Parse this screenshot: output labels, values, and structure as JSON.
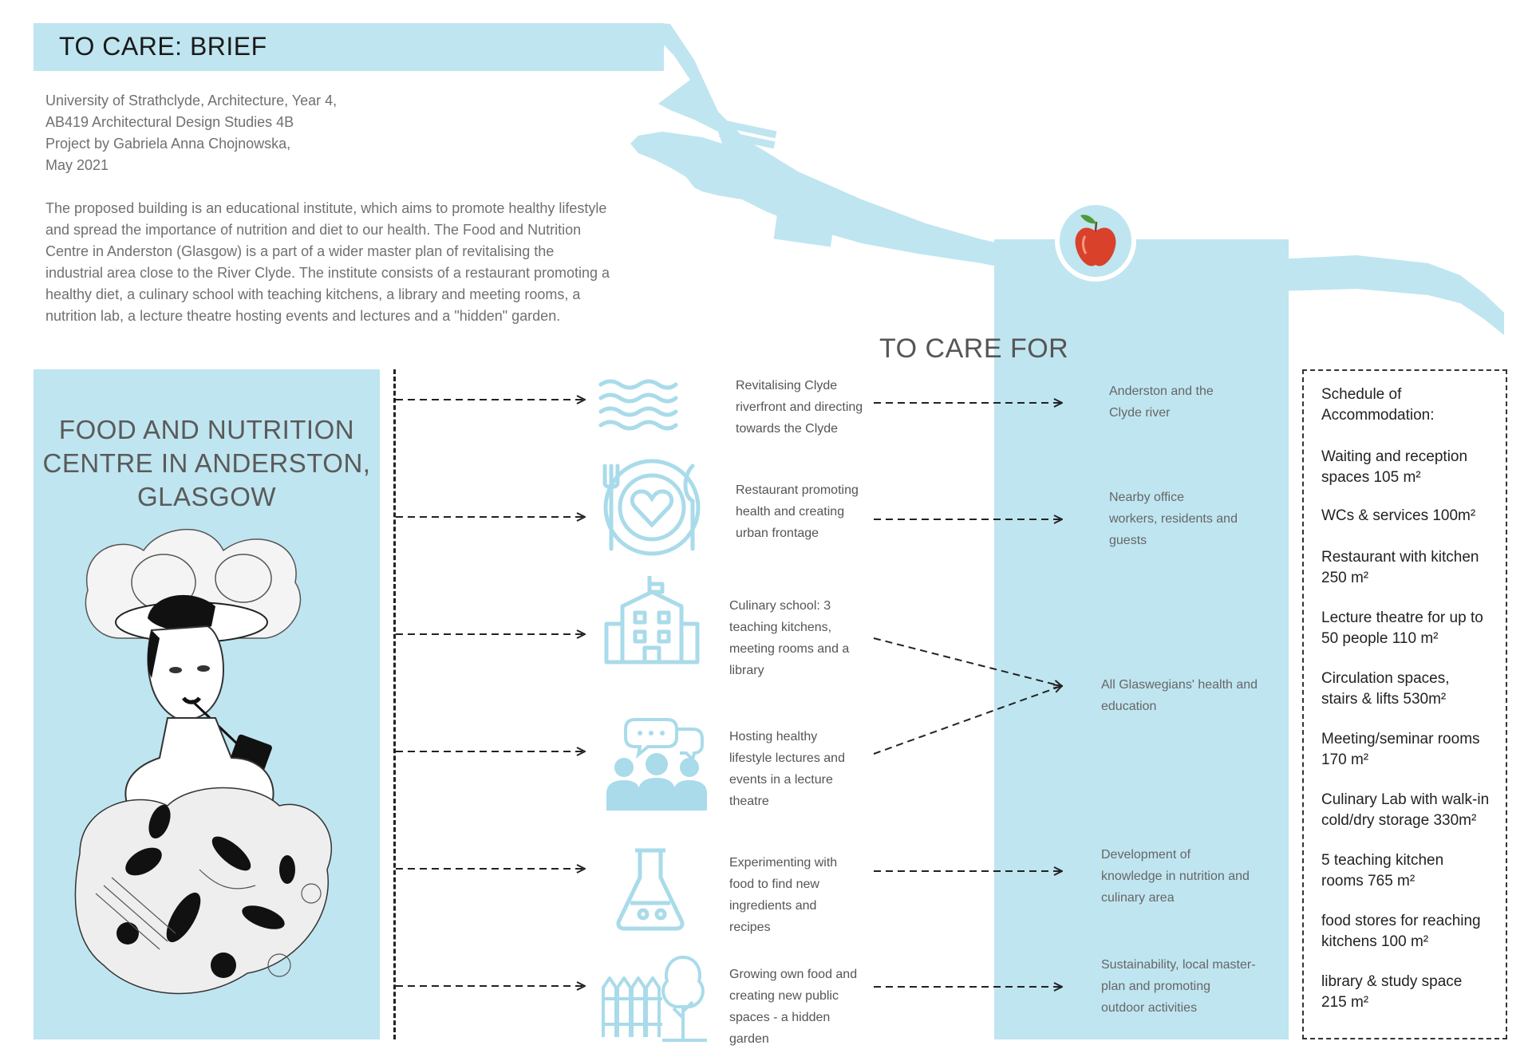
{
  "header": {
    "title": "TO CARE: BRIEF"
  },
  "credits": [
    "University of Strathclyde, Architecture, Year 4,",
    "AB419 Architectural Design Studies 4B",
    "Project by Gabriela Anna Chojnowska,",
    "May 2021"
  ],
  "description": [
    "The proposed building is an educational institute, which aims to promote healthy lifestyle",
    "and spread the importance of nutrition and diet to our health. The Food and Nutrition",
    "Centre in Anderston (Glasgow) is a part of a wider master plan of revitalising the",
    "industrial area close to the River Clyde. The institute consists of a restaurant promoting a",
    "healthy diet, a culinary school with teaching kitchens, a library and meeting rooms, a",
    "nutrition lab, a lecture theatre hosting events and lectures and a \"hidden\" garden."
  ],
  "care_for_title": "TO CARE FOR",
  "left_panel": {
    "title": [
      "FOOD AND NUTRITION",
      "CENTRE IN ANDERSTON,",
      "GLASGOW"
    ]
  },
  "items": [
    {
      "icon": "waves-icon",
      "lines": [
        "Revitalising Clyde",
        "riverfront and directing",
        "towards the Clyde"
      ]
    },
    {
      "icon": "plate-heart-icon",
      "lines": [
        "Restaurant promoting",
        "health and creating",
        "urban frontage"
      ]
    },
    {
      "icon": "school-building-icon",
      "lines": [
        "Culinary school: 3",
        "teaching kitchens,",
        "meeting rooms and a",
        "library"
      ]
    },
    {
      "icon": "audience-speech-icon",
      "lines": [
        "Hosting healthy",
        "lifestyle lectures and",
        "events in a lecture",
        "theatre"
      ]
    },
    {
      "icon": "lab-flask-icon",
      "lines": [
        "Experimenting with",
        "food to find new",
        "ingredients and",
        "recipes"
      ]
    },
    {
      "icon": "garden-fence-tree-icon",
      "lines": [
        "Growing own food and",
        "creating new public",
        "spaces - a hidden",
        "garden"
      ]
    }
  ],
  "targets": [
    {
      "lines": [
        "Anderston and the",
        "Clyde river"
      ]
    },
    {
      "lines": [
        "Nearby office",
        "workers, residents and",
        "guests"
      ]
    },
    {
      "lines": [
        "All Glaswegians' health and",
        "education"
      ]
    },
    {
      "lines": [
        "Development of",
        "knowledge in nutrition and",
        "culinary area"
      ]
    },
    {
      "lines": [
        "Sustainability, local master-",
        "plan and promoting",
        "outdoor activities"
      ]
    }
  ],
  "schedule": {
    "title": "Schedule of\nAccommodation:",
    "items": [
      [
        "Waiting and reception",
        "spaces 105 m²"
      ],
      [
        "WCs & services 100m²"
      ],
      [
        "Restaurant with kitchen",
        "250 m²"
      ],
      [
        "Lecture theatre for up to",
        "50 people 110 m²"
      ],
      [
        "Circulation spaces,",
        "stairs & lifts 530m²"
      ],
      [
        "Meeting/seminar rooms",
        "170 m²"
      ],
      [
        "Culinary Lab with walk-in",
        "cold/dry storage 330m²"
      ],
      [
        "5 teaching kitchen",
        "rooms 765 m²"
      ],
      [
        "food stores for reaching",
        "kitchens 100 m²"
      ],
      [
        "library & study space",
        "215 m²"
      ]
    ]
  },
  "colors": {
    "accent_blue": "#bfe5f0",
    "icon_blue": "#a9dbea",
    "apple_red": "#d9412b"
  }
}
